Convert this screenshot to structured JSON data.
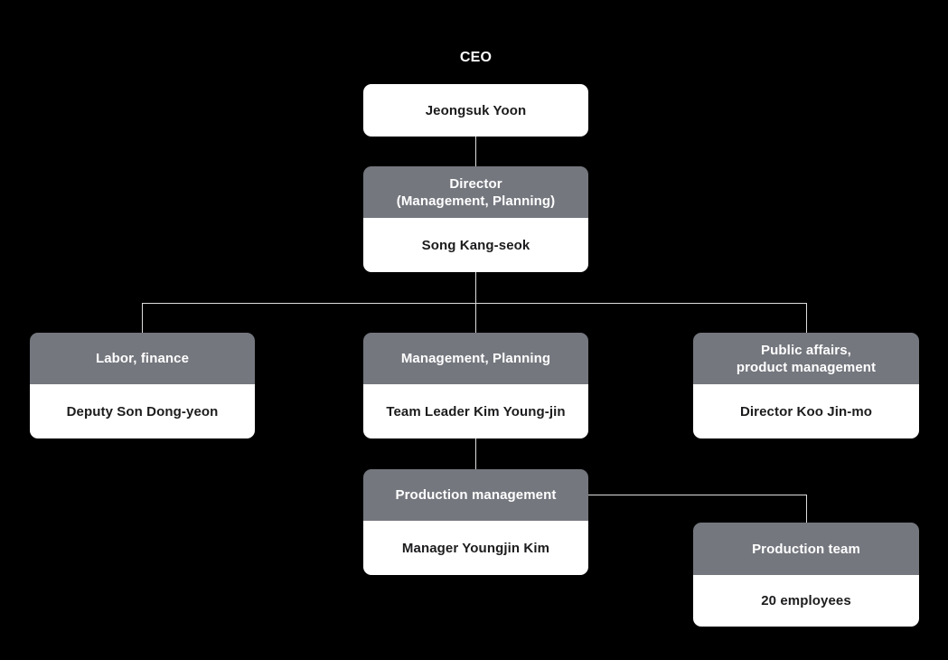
{
  "colors": {
    "background": "#000000",
    "node_header": "#74777E",
    "node_body": "#FFFFFF",
    "header_text": "#FFFFFF",
    "body_text": "#1C1C1E",
    "connector": "#DDDDDD"
  },
  "org_chart": {
    "root_label": "CEO",
    "nodes": {
      "ceo": {
        "name": "Jeongsuk Yoon"
      },
      "director": {
        "title": "Director\n(Management, Planning)",
        "name": "Song Kang-seok"
      },
      "labor_finance": {
        "title": "Labor, finance",
        "name": "Deputy Son Dong-yeon"
      },
      "management_planning": {
        "title": "Management, Planning",
        "name": "Team Leader Kim Young-jin"
      },
      "public_affairs": {
        "title": "Public affairs,\nproduct management",
        "name": "Director Koo Jin-mo"
      },
      "production_management": {
        "title": "Production management",
        "name": "Manager Youngjin Kim"
      },
      "production_team": {
        "title": "Production team",
        "name": "20 employees"
      }
    }
  }
}
